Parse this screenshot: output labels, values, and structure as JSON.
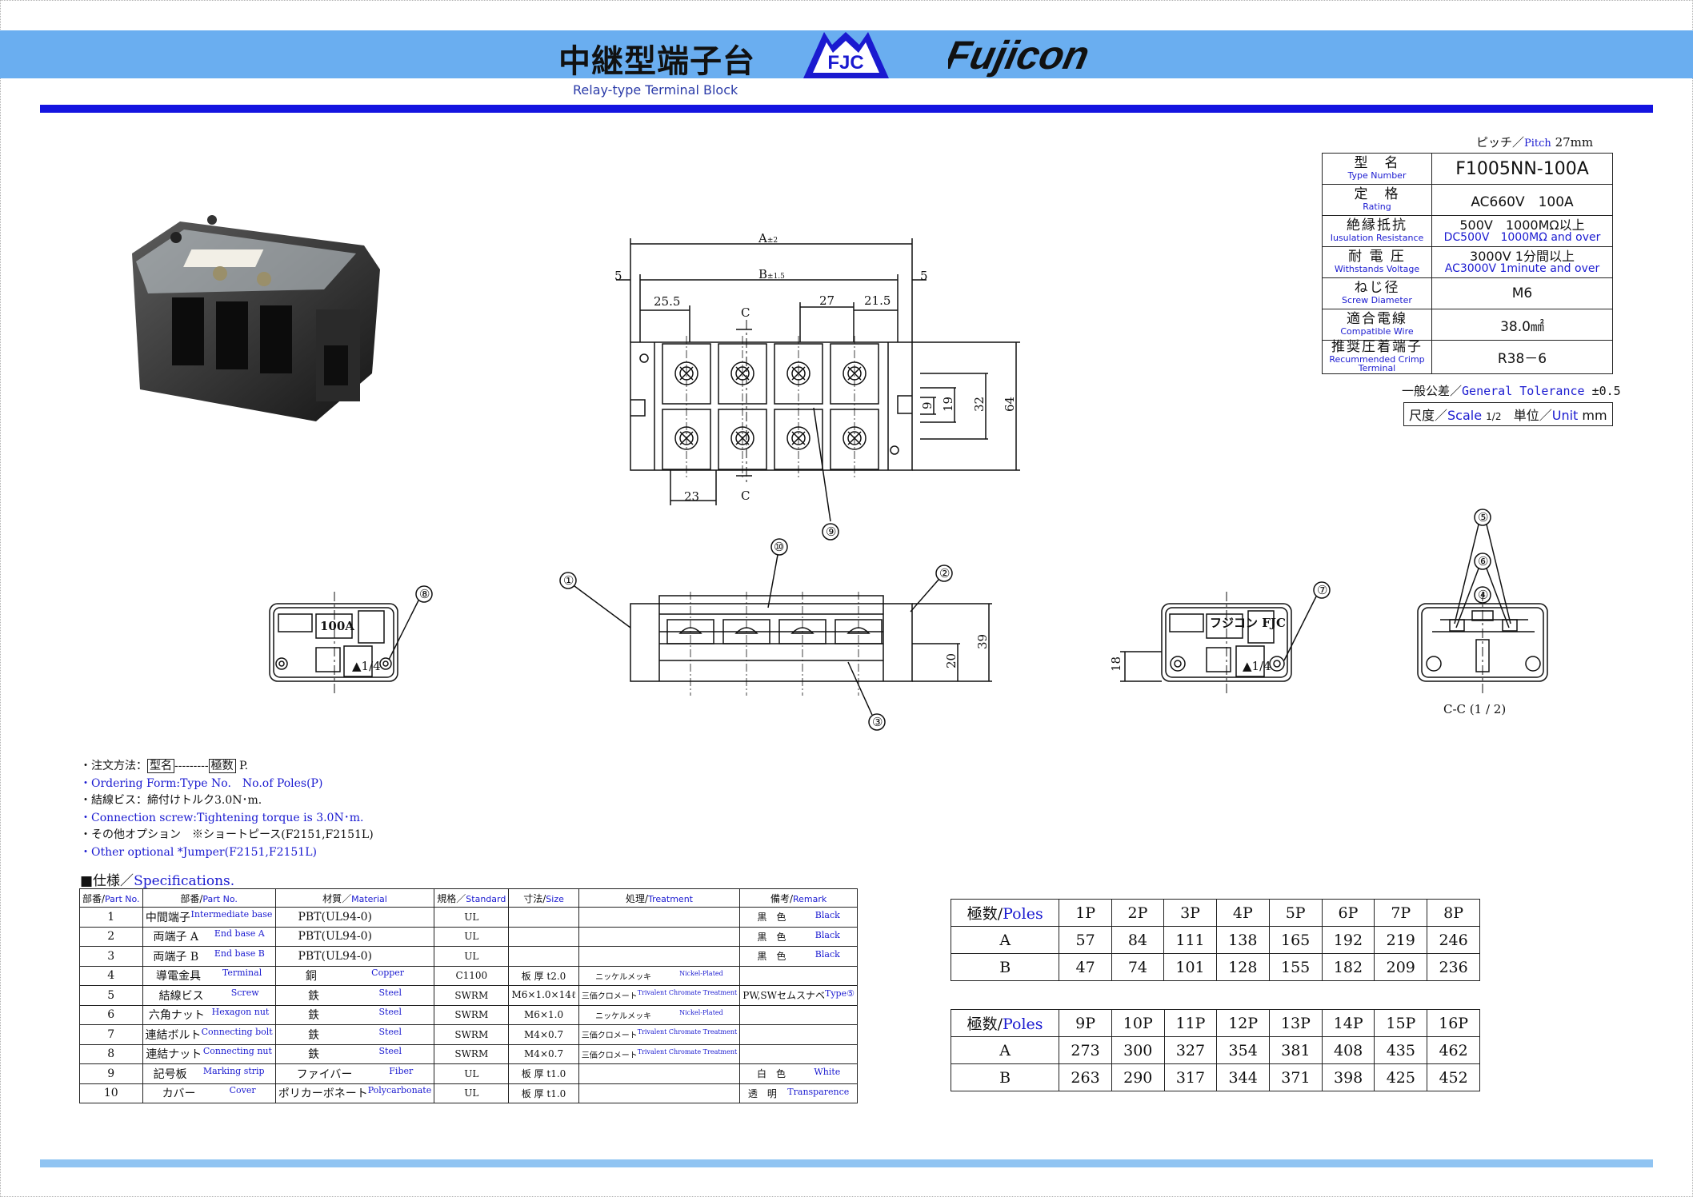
{
  "header": {
    "title_jp": "中継型端子台",
    "title_en": "Relay-type Terminal Block",
    "logo_fjc": "FJC",
    "logo_brand": "Fujicon"
  },
  "pitch": {
    "label_jp": "ピッチ／",
    "label_en": "Pitch",
    "value": "27mm"
  },
  "specs": [
    {
      "jp": "型　名",
      "en": "Type Number",
      "value": "F1005NN-100A"
    },
    {
      "jp": "定　格",
      "en": "Rating",
      "value": "AC660V　100A"
    },
    {
      "jp": "絶縁抵抗",
      "en": "Iusulation Resistance",
      "value": "500V　1000MΩ以上",
      "value_en": "DC500V　1000MΩ and over"
    },
    {
      "jp": "耐 電 圧",
      "en": "Withstands Voltage",
      "value": "3000V 1分間以上",
      "value_en": "AC3000V 1minute and over"
    },
    {
      "jp": "ねじ径",
      "en": "Screw Diameter",
      "value": "M6"
    },
    {
      "jp": "適合電線",
      "en": "Compatible Wire",
      "value": "38.0㎟"
    },
    {
      "jp": "推奨圧着端子",
      "en": "Recummended Crimp Terminal",
      "value": "R38－6"
    }
  ],
  "tolerance": {
    "jp": "一般公差／",
    "en": "General Tolerance",
    "value": "±0.5"
  },
  "scale": {
    "jp": "尺度／",
    "en": "Scale",
    "value": "1/2",
    "unit_jp": "単位／",
    "unit_en": "Unit",
    "unit": "mm"
  },
  "notes": [
    {
      "text": "・注文方法：",
      "box1": "型名",
      "dash": "---------",
      "box2": "極数",
      "tail": "P.",
      "lang": "jp"
    },
    {
      "text": "・Ordering Form:Type No.　No.of Poles(P)",
      "lang": "en"
    },
    {
      "text": "・結線ビス：締付けトルク3.0N･m.",
      "lang": "jp"
    },
    {
      "text": "・Connection screw:Tightening torque is 3.0N･m.",
      "lang": "en"
    },
    {
      "text": "・その他オプション　※ショートピース(F2151,F2151L)",
      "lang": "jp"
    },
    {
      "text": "・Other optional *Jumper(F2151,F2151L)",
      "lang": "en"
    }
  ],
  "spec_heading": {
    "jp": "■仕様／",
    "en": "Specifications."
  },
  "parts_header": [
    {
      "jp": "部番/",
      "en": "Part No."
    },
    {
      "jp": "部番/",
      "en": "Part No."
    },
    {
      "jp": "材質／",
      "en": "Material"
    },
    {
      "jp": "規格／",
      "en": "Standard"
    },
    {
      "jp": "寸法/",
      "en": "Size"
    },
    {
      "jp": "処理/",
      "en": "Treatment"
    },
    {
      "jp": "備考/",
      "en": "Remark"
    }
  ],
  "parts": [
    {
      "no": "1",
      "name_jp": "中間端子",
      "name_en": "Intermediate base",
      "mat_jp": "PBT(UL94-0)",
      "mat_en": "",
      "std": "UL",
      "size": "",
      "treat_jp": "",
      "treat_en": "",
      "rem_jp": "黒　色",
      "rem_en": "Black"
    },
    {
      "no": "2",
      "name_jp": "両端子 A",
      "name_en": "End base A",
      "mat_jp": "PBT(UL94-0)",
      "mat_en": "",
      "std": "UL",
      "size": "",
      "treat_jp": "",
      "treat_en": "",
      "rem_jp": "黒　色",
      "rem_en": "Black"
    },
    {
      "no": "3",
      "name_jp": "両端子 B",
      "name_en": "End base B",
      "mat_jp": "PBT(UL94-0)",
      "mat_en": "",
      "std": "UL",
      "size": "",
      "treat_jp": "",
      "treat_en": "",
      "rem_jp": "黒　色",
      "rem_en": "Black"
    },
    {
      "no": "4",
      "name_jp": "導電金具",
      "name_en": "Terminal",
      "mat_jp": "銅",
      "mat_en": "Copper",
      "std": "C1100",
      "size": "板 厚 t2.0",
      "treat_jp": "ニッケルメッキ",
      "treat_en": "Nickel-Plated",
      "rem_jp": "",
      "rem_en": ""
    },
    {
      "no": "5",
      "name_jp": "結線ビス",
      "name_en": "Screw",
      "mat_jp": "鉄",
      "mat_en": "Steel",
      "std": "SWRM",
      "size": "M6×1.0×14ℓ",
      "treat_jp": "三価クロメート",
      "treat_en": "Trivalent Chromate Treatment",
      "rem_jp": "PW,SWセムスナベ",
      "rem_en": "Type⑤"
    },
    {
      "no": "6",
      "name_jp": "六角ナット",
      "name_en": "Hexagon nut",
      "mat_jp": "鉄",
      "mat_en": "Steel",
      "std": "SWRM",
      "size": "M6×1.0",
      "treat_jp": "ニッケルメッキ",
      "treat_en": "Nickel-Plated",
      "rem_jp": "",
      "rem_en": ""
    },
    {
      "no": "7",
      "name_jp": "連結ボルト",
      "name_en": "Connecting bolt",
      "mat_jp": "鉄",
      "mat_en": "Steel",
      "std": "SWRM",
      "size": "M4×0.7",
      "treat_jp": "三価クロメート",
      "treat_en": "Trivalent Chromate Treatment",
      "rem_jp": "",
      "rem_en": ""
    },
    {
      "no": "8",
      "name_jp": "連結ナット",
      "name_en": "Connecting nut",
      "mat_jp": "鉄",
      "mat_en": "Steel",
      "std": "SWRM",
      "size": "M4×0.7",
      "treat_jp": "三価クロメート",
      "treat_en": "Trivalent Chromate Treatment",
      "rem_jp": "",
      "rem_en": ""
    },
    {
      "no": "9",
      "name_jp": "記号板",
      "name_en": "Marking strip",
      "mat_jp": "ファイバー",
      "mat_en": "Fiber",
      "std": "UL",
      "size": "板 厚 t1.0",
      "treat_jp": "",
      "treat_en": "",
      "rem_jp": "白　色",
      "rem_en": "White"
    },
    {
      "no": "10",
      "name_jp": "カバー",
      "name_en": "Cover",
      "mat_jp": "ポリカーボネート",
      "mat_en": "Polycarbonate",
      "std": "UL",
      "size": "板 厚 t1.0",
      "treat_jp": "",
      "treat_en": "",
      "rem_jp": "透　明",
      "rem_en": "Transparence"
    }
  ],
  "poles_tables": [
    {
      "head_jp": "極数/",
      "head_en": "Poles",
      "cols": [
        "1P",
        "2P",
        "3P",
        "4P",
        "5P",
        "6P",
        "7P",
        "8P"
      ],
      "rows": [
        {
          "label": "A",
          "values": [
            "57",
            "84",
            "111",
            "138",
            "165",
            "192",
            "219",
            "246"
          ]
        },
        {
          "label": "B",
          "values": [
            "47",
            "74",
            "101",
            "128",
            "155",
            "182",
            "209",
            "236"
          ]
        }
      ]
    },
    {
      "head_jp": "極数/",
      "head_en": "Poles",
      "cols": [
        "9P",
        "10P",
        "11P",
        "12P",
        "13P",
        "14P",
        "15P",
        "16P"
      ],
      "rows": [
        {
          "label": "A",
          "values": [
            "273",
            "300",
            "327",
            "354",
            "381",
            "408",
            "435",
            "462"
          ]
        },
        {
          "label": "B",
          "values": [
            "263",
            "290",
            "317",
            "344",
            "371",
            "398",
            "425",
            "452"
          ]
        }
      ]
    }
  ],
  "drawing": {
    "dims_top": {
      "A": "A",
      "A_tol": "±2",
      "B": "B",
      "B_tol": "±1.5",
      "d5a": "5",
      "d5b": "5",
      "d25_5": "25.5",
      "d27": "27",
      "d21_5": "21.5",
      "d23": "23",
      "d9": "9",
      "d19": "19",
      "d32": "32",
      "d64": "64",
      "C1": "C",
      "C2": "C"
    },
    "dims_side": {
      "d20": "20",
      "d39": "39",
      "d18": "18"
    },
    "callouts": [
      "①",
      "②",
      "③",
      "④",
      "⑤",
      "⑥",
      "⑦",
      "⑧",
      "⑨",
      "⑩"
    ],
    "section_label": "C-C (1 / 2)",
    "end_label_left": "100A",
    "end_label_right": "フジコン FJC",
    "end_small": "▲1/4"
  },
  "colors": {
    "band": "#6aaef0",
    "rule": "#1414e0",
    "bottom": "#90c4f2",
    "accent_text": "#1a1ad0"
  }
}
